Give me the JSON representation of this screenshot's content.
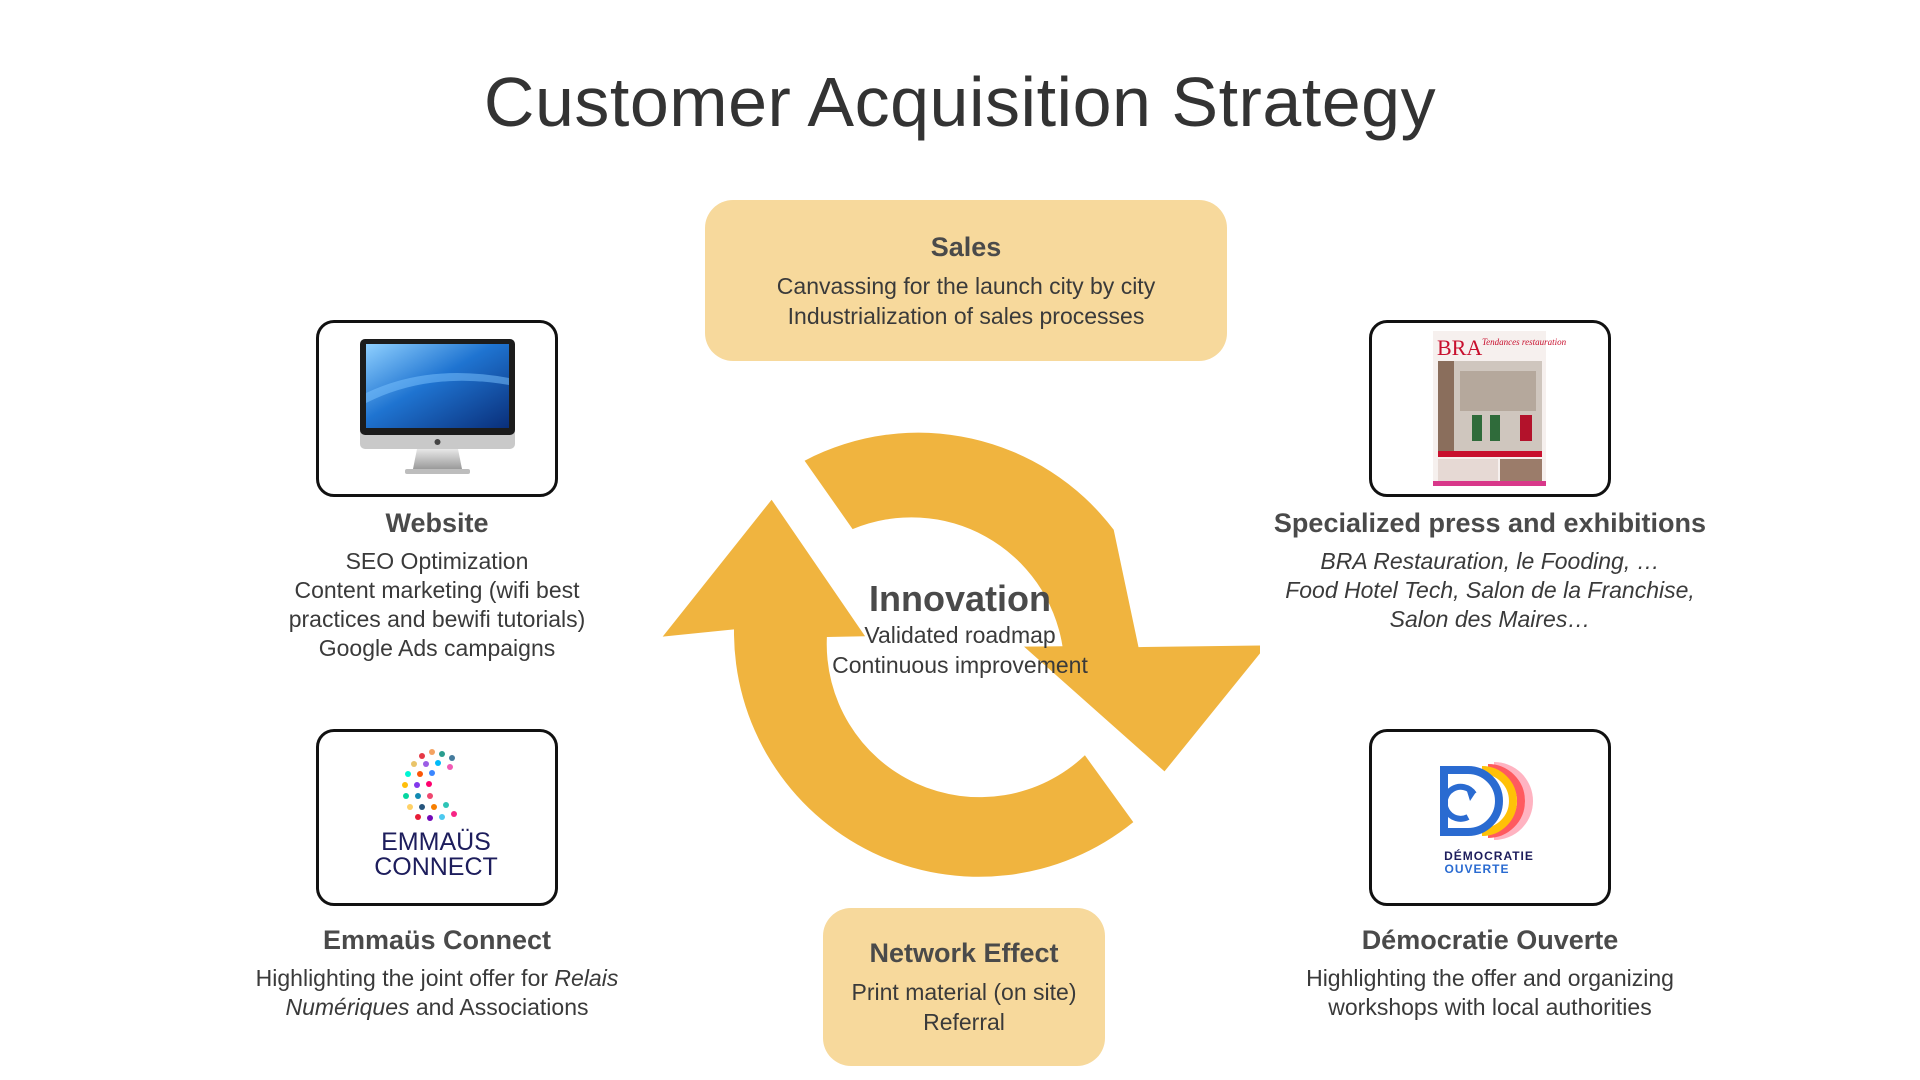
{
  "title": "Customer Acquisition Strategy",
  "colors": {
    "cycle": "#f0b43f",
    "pill": "#f7d99c",
    "frame_border": "#111111"
  },
  "center": {
    "title": "Innovation",
    "lines": [
      "Validated roadmap",
      "Continuous improvement"
    ]
  },
  "sales": {
    "title": "Sales",
    "lines": [
      "Canvassing for the launch city by city",
      "Industrialization of sales processes"
    ]
  },
  "network": {
    "title": "Network Effect",
    "lines": [
      "Print material (on site)",
      "Referral"
    ]
  },
  "website": {
    "title": "Website",
    "lines": [
      "SEO Optimization",
      "Content marketing (wifi best",
      "practices and bewifi tutorials)",
      "Google Ads campaigns"
    ],
    "image_icon": "imac-computer-icon"
  },
  "press": {
    "title": "Specialized press and exhibitions",
    "lines": [
      "BRA Restauration, le Fooding, …",
      "Food Hotel Tech, Salon de la Franchise,",
      "Salon des Maires…"
    ],
    "image_icon": "magazine-cover-image",
    "magazine_brand": "BRA",
    "magazine_subtitle": "Tendances restauration"
  },
  "emmaus": {
    "title": "Emmaüs Connect",
    "line1_a": "Highlighting the joint offer for ",
    "line1_b": "Relais",
    "line2_a": "Numériques",
    "line2_b": " and Associations",
    "logo_line1": "EMMAÜS",
    "logo_line2": "CONNECT"
  },
  "demo": {
    "title": "Démocratie Ouverte",
    "lines": [
      "Highlighting the offer and organizing",
      "workshops with local authorities"
    ],
    "logo_line1": "DÉMOCRATIE",
    "logo_line2": "OUVERTE"
  }
}
